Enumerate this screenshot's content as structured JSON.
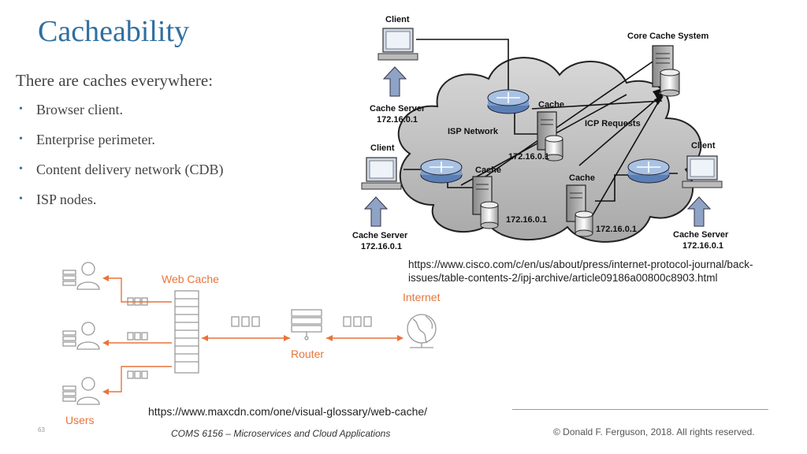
{
  "slide": {
    "title": "Cacheability",
    "intro": "There are caches everywhere:",
    "bullets": [
      "Browser client.",
      "Enterprise perimeter.",
      "Content delivery network (CDB)",
      "ISP nodes."
    ],
    "page_number": "63",
    "footer_course": "COMS 6156 – Microservices and Cloud Applications",
    "footer_copyright": "© Donald F. Ferguson, 2018. All rights reserved."
  },
  "isp_diagram": {
    "client_label": "Client",
    "core_cache_label": "Core Cache System",
    "cache_label": "Cache",
    "cache_server_label": "Cache Server",
    "ip": "172.16.0.1",
    "isp_network_label": "ISP Network",
    "icp_requests_label": "ICP Requests",
    "source_url": "https://www.cisco.com/c/en/us/about/press/internet-protocol-journal/back-issues/table-contents-2/ipj-archive/article09186a00800c8903.html"
  },
  "webcache_diagram": {
    "web_cache_label": "Web Cache",
    "router_label": "Router",
    "internet_label": "Internet",
    "users_label": "Users",
    "source_url": "https://www.maxcdn.com/one/visual-glossary/web-cache/"
  },
  "colors": {
    "title": "#2f6f9f",
    "accent_orange": "#e8743b",
    "cloud": "#b9b9b9"
  }
}
